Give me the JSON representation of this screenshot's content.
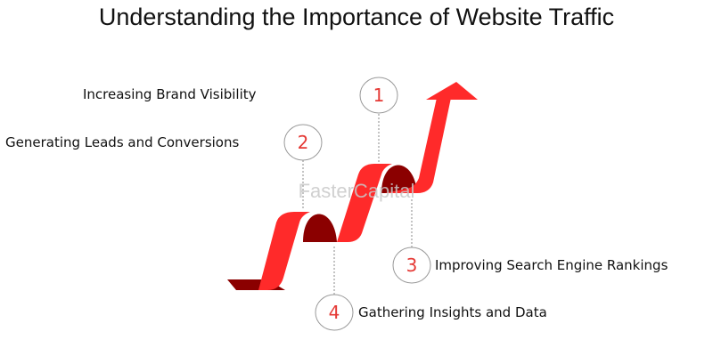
{
  "title": "Understanding the Importance of Website Traffic",
  "steps": [
    {
      "number": "1",
      "label": "Increasing Brand Visibility"
    },
    {
      "number": "2",
      "label": "Generating Leads and Conversions"
    },
    {
      "number": "3",
      "label": "Improving Search Engine Rankings"
    },
    {
      "number": "4",
      "label": "Gathering Insights and Data"
    }
  ],
  "watermark": "FasterCapital",
  "colors": {
    "ribbon": "#ff2a2a",
    "ribbon_dark": "#8b0000",
    "number": "#e53935"
  }
}
